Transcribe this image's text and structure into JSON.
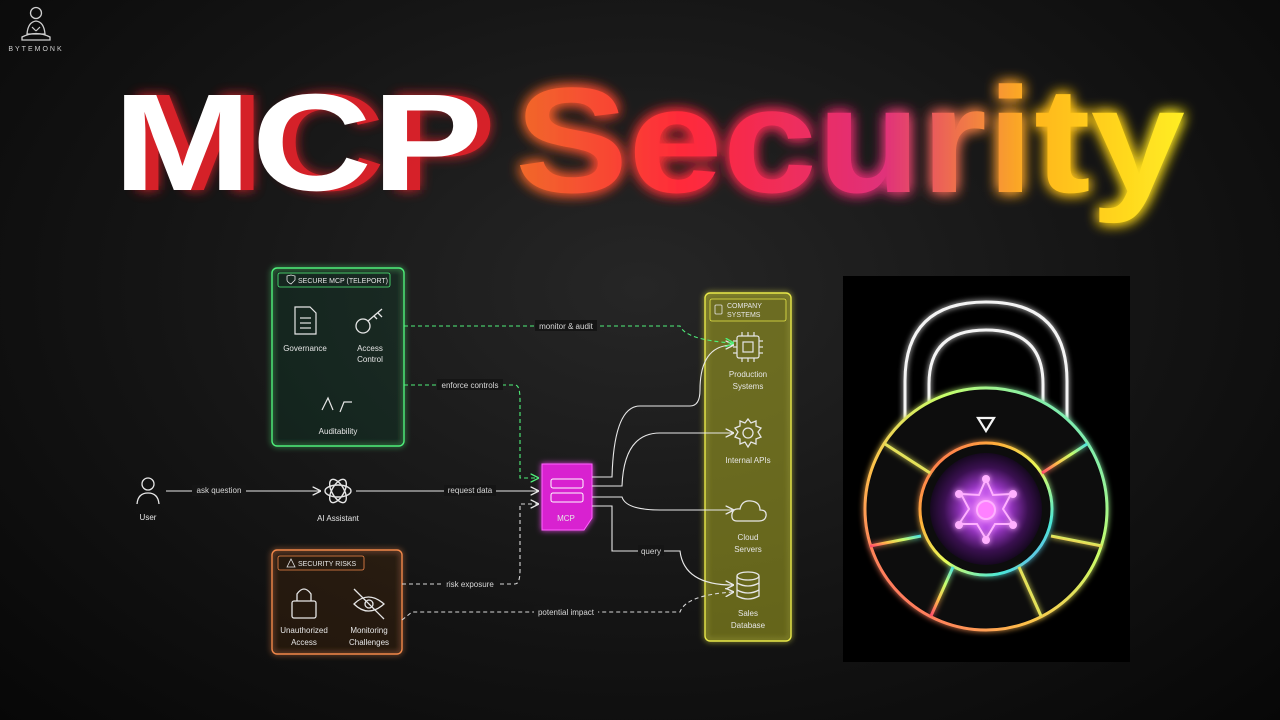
{
  "brand": {
    "name": "BYTEMONK"
  },
  "title": {
    "part1": "MCP",
    "part2": "Security"
  },
  "colors": {
    "green": "#4ff07a",
    "yellow": "#e8e84a",
    "orange": "#f2884a",
    "magenta": "#e028d8",
    "title_gradient": [
      "#f06a2a",
      "#ff2a4a",
      "#e0308a",
      "#ffd21a",
      "#ffee22"
    ]
  },
  "diagram": {
    "secure_box": {
      "header": "SECURE MCP (TELEPORT)",
      "items": [
        "Governance",
        "Access",
        "Control",
        "Auditability"
      ]
    },
    "risk_box": {
      "header": "SECURITY RISKS",
      "items": [
        "Unauthorized",
        "Access",
        "Monitoring",
        "Challenges"
      ]
    },
    "company_box": {
      "header_line1": "COMPANY",
      "header_line2": "SYSTEMS",
      "items": [
        "Production",
        "Systems",
        "Internal APIs",
        "Cloud",
        "Servers",
        "Sales",
        "Database"
      ]
    },
    "nodes": {
      "user": "User",
      "assistant": "AI Assistant",
      "mcp": "MCP"
    },
    "edges": {
      "ask": "ask question",
      "request": "request data",
      "monitor": "monitor & audit",
      "enforce": "enforce controls",
      "risk": "risk exposure",
      "impact": "potential impact",
      "query": "query"
    }
  }
}
